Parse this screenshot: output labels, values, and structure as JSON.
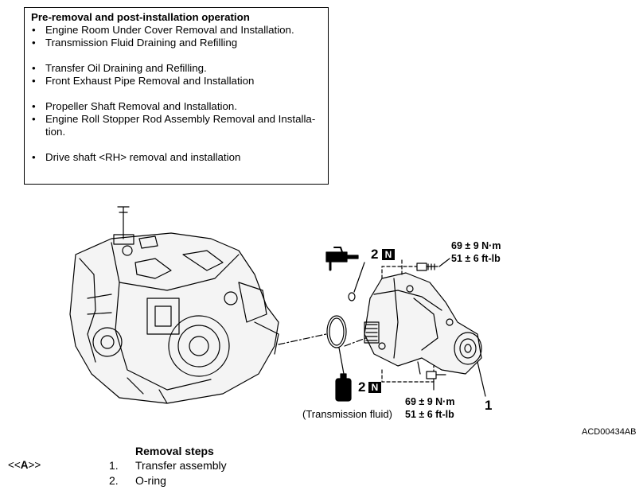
{
  "pre_removal": {
    "title": "Pre-removal and post-installation operation",
    "items": [
      "Engine Room Under Cover Removal and Installation.",
      "Transmission Fluid Draining and Refilling",
      "Transfer Oil Draining and Refilling.",
      "Front Exhaust Pipe Removal and Installation",
      "Propeller Shaft Removal and Installation.",
      "Engine Roll Stopper Rod Assembly Removal and Installa-",
      "tion.",
      "Drive shaft <RH> removal and installation"
    ]
  },
  "diagram": {
    "torque_top_nm": "69 ± 9 N·m",
    "torque_top_ftlb": "51 ± 6 ft-lb",
    "torque_bottom_nm": "69 ± 9 N·m",
    "torque_bottom_ftlb": "51 ± 6 ft-lb",
    "callout_2_top": "2",
    "callout_2_bottom": "2",
    "n_badge": "N",
    "callout_1": "1",
    "fluid_note": "(Transmission fluid)",
    "figure_code": "ACD00434AB"
  },
  "removal": {
    "title": "Removal steps",
    "ref_open": "<<",
    "ref_letter": "A",
    "ref_close": ">>",
    "steps": [
      {
        "num": "1.",
        "label": "Transfer assembly"
      },
      {
        "num": "2.",
        "label": "O-ring"
      }
    ]
  }
}
